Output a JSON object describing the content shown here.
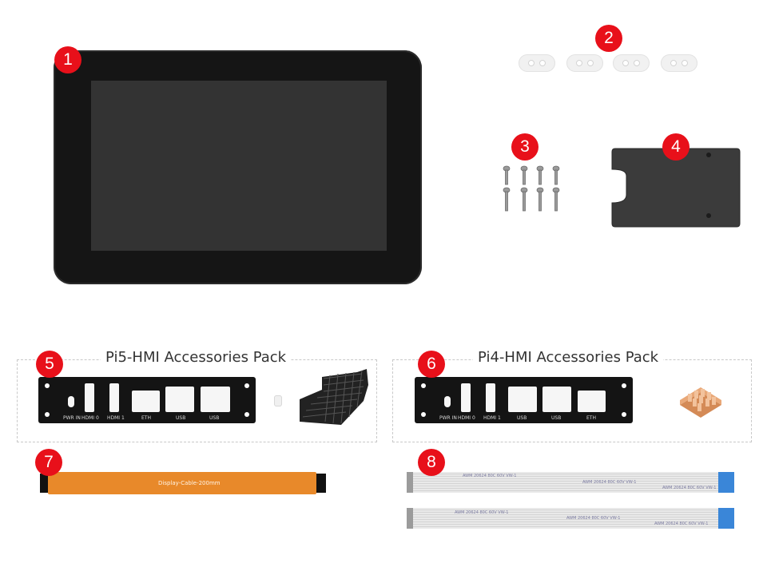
{
  "items": {
    "display": {
      "number": "1"
    },
    "washers": {
      "number": "2"
    },
    "screws": {
      "number": "3"
    },
    "back_cover": {
      "number": "4"
    },
    "pi5_plate": {
      "number": "5"
    },
    "pi4_plate": {
      "number": "6"
    },
    "display_cable": {
      "number": "7",
      "print": "Display-Cable-200mm"
    },
    "ffc_cables": {
      "number": "8"
    }
  },
  "packs": {
    "pi5": {
      "title": "Pi5-HMI Accessories Pack",
      "port_labels": [
        "PWR IN",
        "HDMI 0",
        "HDMI 1",
        "ETH",
        "USB",
        "USB"
      ]
    },
    "pi4": {
      "title": "Pi4-HMI Accessories Pack",
      "port_labels": [
        "PWR IN",
        "HDMI 0",
        "HDMI 1",
        "USB",
        "USB",
        "ETH"
      ]
    }
  },
  "ffc_print": {
    "a": "AWM 20624 80C 60V VW-1",
    "b": "AWM 20624 80C 60V VW-1",
    "c": "AWM 20624 80C 60V VW-1",
    "d": "AWM 20624 80C 60V VW-1"
  },
  "colors": {
    "badge": "#e8101a",
    "orange_cable": "#e8892a",
    "blue_tab": "#3a86d8",
    "heatsink_copper": "#e0a070"
  }
}
